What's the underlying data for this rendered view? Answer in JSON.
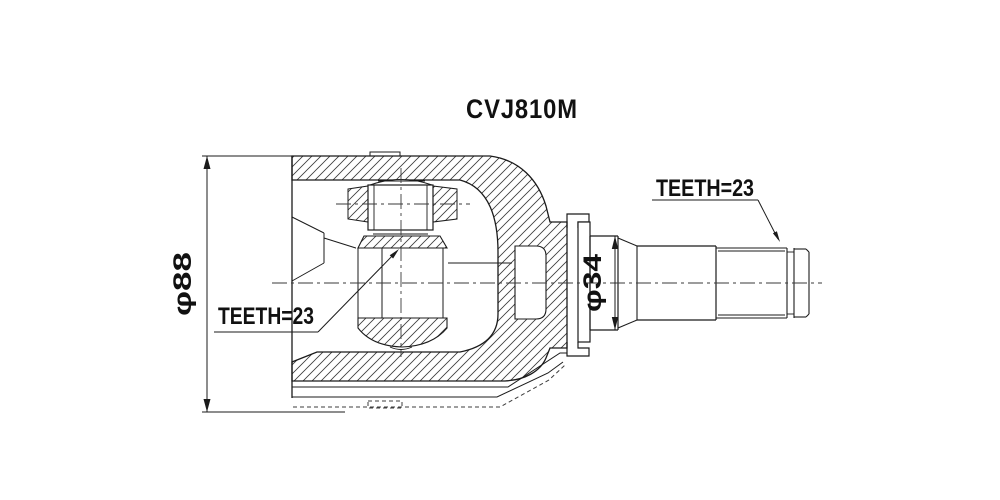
{
  "drawing": {
    "title": "CVJ810M",
    "dimensions": {
      "housing_outer_diameter": "φ88",
      "shaft_diameter": "φ34"
    },
    "labels": {
      "spline_inner": "TEETH=23",
      "spline_shaft": "TEETH=23"
    },
    "colors": {
      "line": "#1b1b1b",
      "background": "#ffffff"
    }
  }
}
